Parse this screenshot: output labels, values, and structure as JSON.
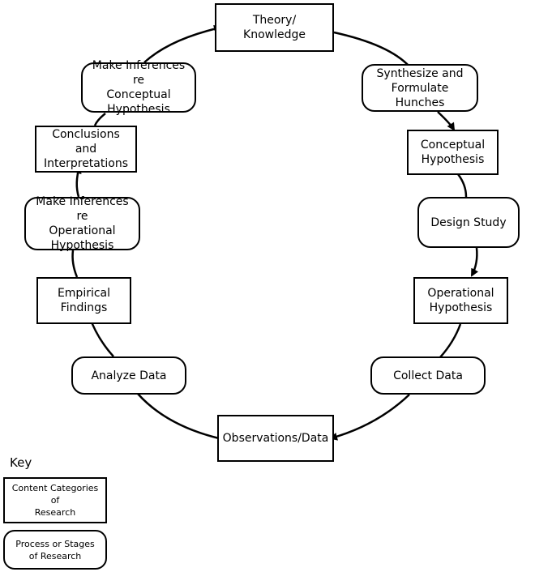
{
  "nodes": [
    {
      "id": "theory-knowledge",
      "label": "Theory/\nKnowledge",
      "kind": "content"
    },
    {
      "id": "synthesize-hunches",
      "label": "Synthesize and\nFormulate Hunches",
      "kind": "process"
    },
    {
      "id": "conceptual-hypothesis",
      "label": "Conceptual\nHypothesis",
      "kind": "content"
    },
    {
      "id": "design-study",
      "label": "Design Study",
      "kind": "process"
    },
    {
      "id": "operational-hypothesis",
      "label": "Operational\nHypothesis",
      "kind": "content"
    },
    {
      "id": "collect-data",
      "label": "Collect Data",
      "kind": "process"
    },
    {
      "id": "observations-data",
      "label": "Observations/Data",
      "kind": "content"
    },
    {
      "id": "analyze-data",
      "label": "Analyze Data",
      "kind": "process"
    },
    {
      "id": "empirical-findings",
      "label": "Empirical\nFindings",
      "kind": "content"
    },
    {
      "id": "inferences-operational",
      "label": "Make Inferences re\nOperational\nHypothesis",
      "kind": "process"
    },
    {
      "id": "conclusions",
      "label": "Conclusions and\nInterpretations",
      "kind": "content"
    },
    {
      "id": "inferences-conceptual",
      "label": "Make Inferences re\nConceptual\nHypothesis",
      "kind": "process"
    }
  ],
  "key": {
    "title": "Key",
    "content_label": "Content Categories of\nResearch",
    "process_label": "Process or Stages\nof Research"
  }
}
